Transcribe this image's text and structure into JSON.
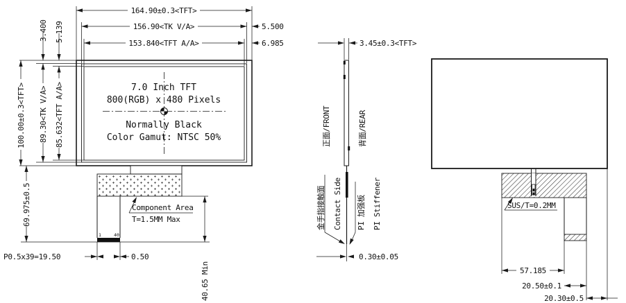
{
  "drawing": {
    "title_hint": "7.0 inch TFT module outline drawing",
    "line_color": "#1a1a1a",
    "background": "#ffffff",
    "front_view": {
      "display_info": [
        "7.0 Inch TFT",
        "800(RGB) x 480 Pixels",
        "Normally Black",
        "Color Gamut: NTSC 50%"
      ],
      "dim_width_tft": "164.90±0.3<TFT>",
      "dim_width_tk": "156.90<TK V/A>",
      "dim_width_aa": "153.840<TFT A/A>",
      "dim_right_tk": "5.500",
      "dim_right_aa": "6.985",
      "dim_height_tft": "100.00±0.3<TFT>",
      "dim_height_tk": "89.30<TK V/A>",
      "dim_height_aa": "85.632<TFT A/A>",
      "dim_top_tk": "3.400",
      "dim_top_aa": "5.139",
      "dim_fpc_length": "69.975±0.5",
      "dim_pin_pitch": "P0.5x39=19.50",
      "dim_pin_margin": "0.50",
      "dim_tail_min": "40.65 Min",
      "component_area_label": "Component Area",
      "component_area_thickness": "T=1.5MM Max",
      "pin_first": "1",
      "pin_last": "40"
    },
    "side_view": {
      "dim_thickness": "3.45±0.3<TFT>",
      "front_label": "正面/FRONT",
      "rear_label": "背面/REAR",
      "contact_label_cn": "金手指接触面",
      "contact_label_en": "Contact Side",
      "stiffener_label_cn": "PI 加强板",
      "stiffener_label_en": "PI Stiffener",
      "dim_fpc_thickness": "0.30±0.05"
    },
    "rear_view": {
      "stiffener_label": "SUS/T=0.2MM",
      "dim_stiffener_width": "57.185",
      "dim_tail_width": "20.50±0.1",
      "dim_tail_offset": "20.30±0.5"
    }
  }
}
